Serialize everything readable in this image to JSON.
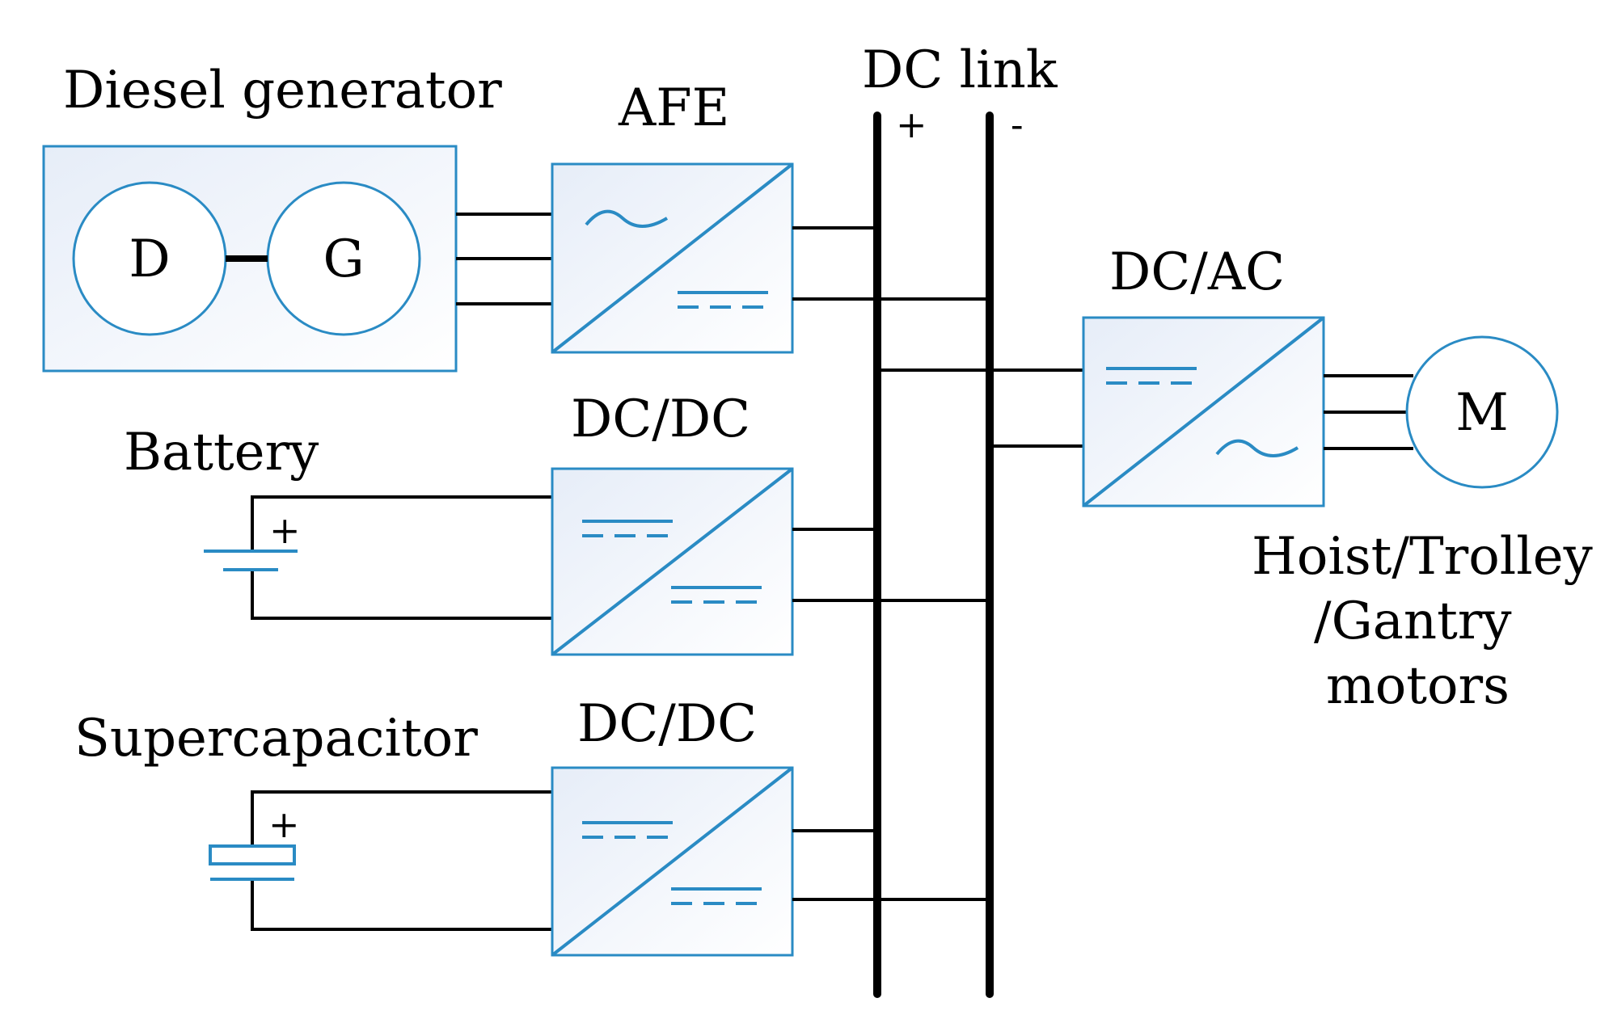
{
  "labels": {
    "diesel_generator": "Diesel generator",
    "afe": "AFE",
    "dc_link": "DC link",
    "dc_plus": "+",
    "dc_minus": "-",
    "dc_ac": "DC/AC",
    "dc_dc_battery": "DC/DC",
    "dc_dc_supercap": "DC/DC",
    "battery": "Battery",
    "supercapacitor": "Supercapacitor",
    "battery_plus": "+",
    "supercap_plus": "+",
    "diesel": "D",
    "generator": "G",
    "motor": "M",
    "motors_line1": "Hoist/Trolley",
    "motors_line2": "/Gantry",
    "motors_line3": "motors"
  },
  "colors": {
    "accent": "#2a8bc4",
    "box_fill_from": "#e8eef8",
    "box_fill_to": "#ffffff",
    "wire": "#000000"
  }
}
